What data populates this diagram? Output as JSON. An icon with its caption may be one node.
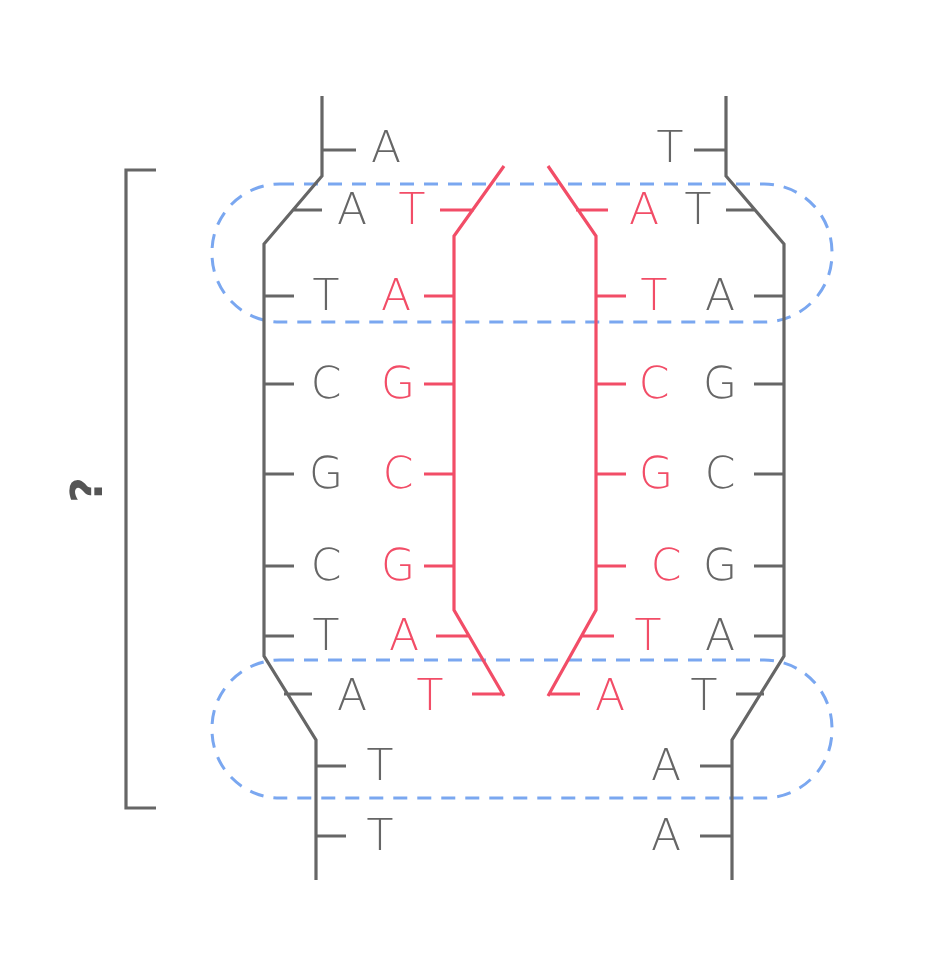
{
  "diagram": {
    "labels": [
      "A",
      "T",
      "A",
      "T",
      "A",
      "T",
      "T",
      "A",
      "T",
      "A",
      "C",
      "G",
      "C",
      "G",
      "G",
      "C",
      "G",
      "C",
      "C",
      "G",
      "C",
      "G",
      "T",
      "A",
      "T",
      "A",
      "A",
      "T",
      "A",
      "T",
      "T",
      "A",
      "T",
      "A",
      "?"
    ]
  }
}
